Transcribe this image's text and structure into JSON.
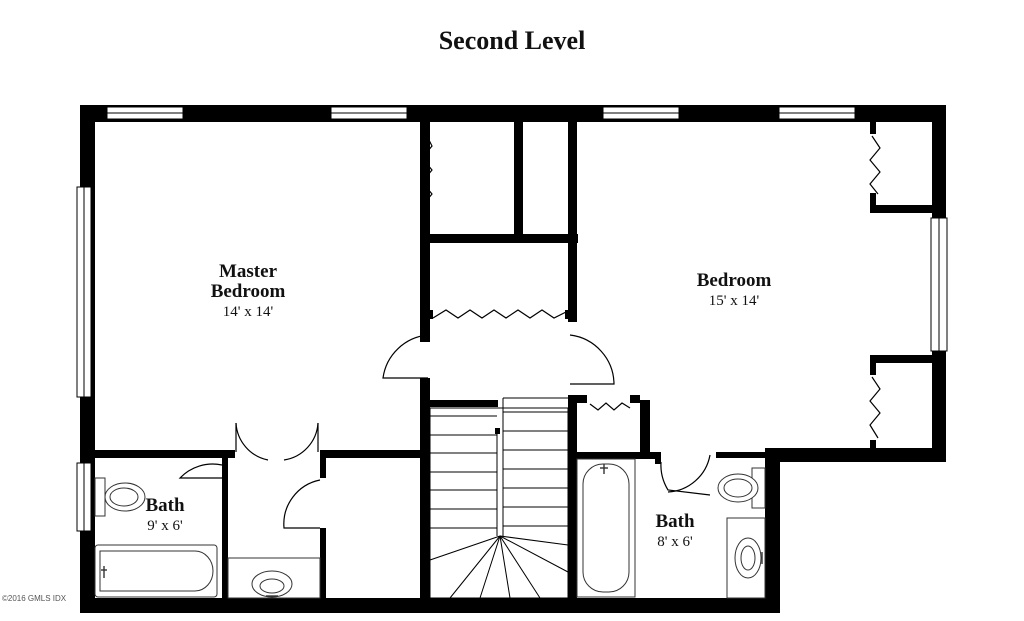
{
  "title": "Second Level",
  "rooms": [
    {
      "name_lines": [
        "Master",
        "Bedroom"
      ],
      "dims": "14' x 14'"
    },
    {
      "name_lines": [
        "Bedroom"
      ],
      "dims": "15' x 14'"
    },
    {
      "name_lines": [
        "Bath"
      ],
      "dims": "9' x 6'"
    },
    {
      "name_lines": [
        "Bath"
      ],
      "dims": "8' x 6'"
    }
  ],
  "copyright": "©2016 GMLS IDX",
  "colors": {
    "wall": "#000000",
    "window": "#ffffff",
    "fixture": "#333333",
    "background": "#ffffff"
  }
}
